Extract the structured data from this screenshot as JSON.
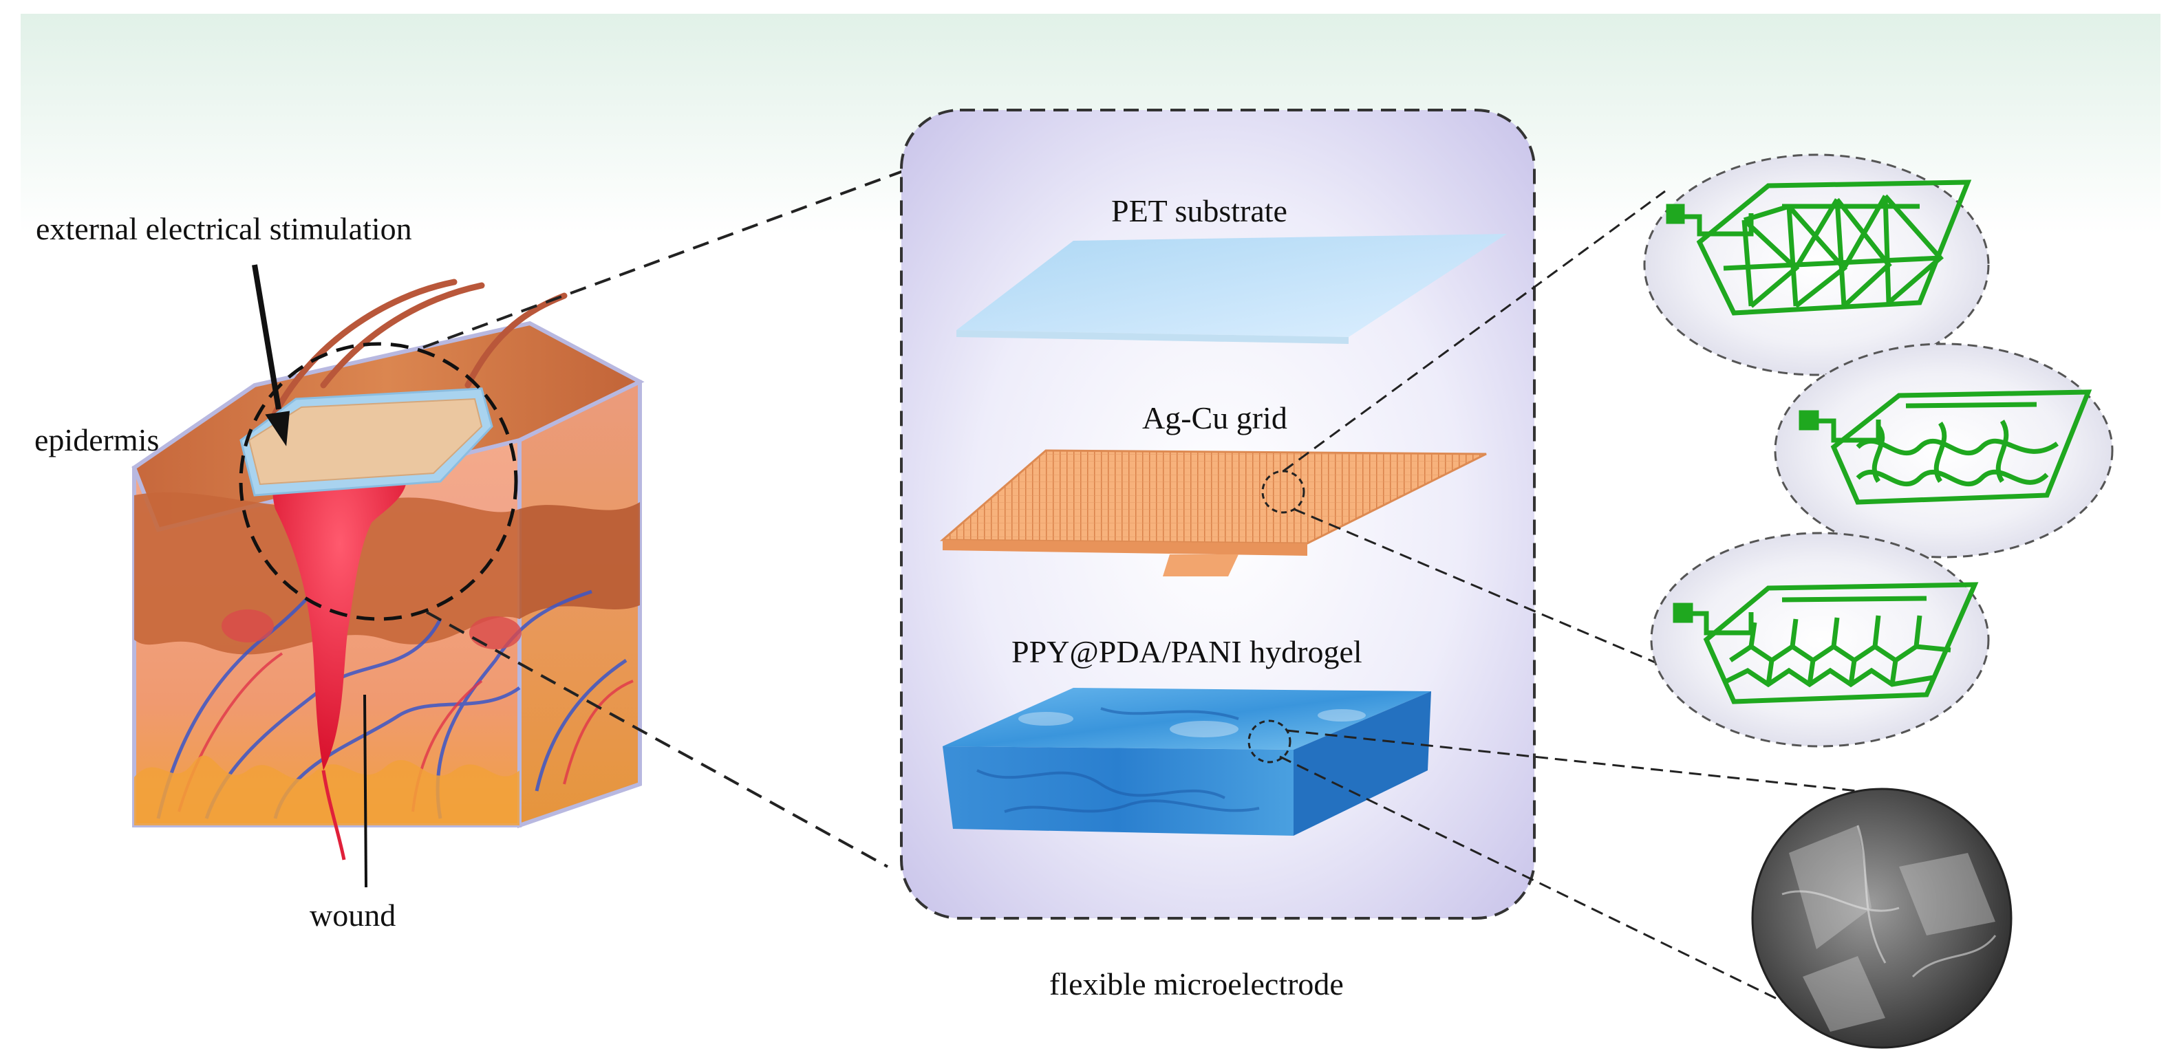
{
  "labels": {
    "external_stimulation": "external electrical stimulation",
    "epidermis": "epidermis",
    "wound": "wound",
    "pet_substrate": "PET substrate",
    "grid": "Ag-Cu grid",
    "hydrogel": "PPY@PDA/PANI hydrogel",
    "microelectrode": "flexible microelectrode"
  },
  "grid_patterns": [
    "triangular-mesh",
    "serpentine-mesh",
    "honeycomb-mesh"
  ],
  "colors": {
    "background_tint": "#e3f2ea",
    "electrode_panel": "#e4e1f6",
    "pet": "#bfe0f6",
    "grid": "#f0a46c",
    "hydrogel": "#2f86d6",
    "trace_green": "#1fa81f",
    "skin": "#e98a5a",
    "wound": "#e0203a"
  }
}
